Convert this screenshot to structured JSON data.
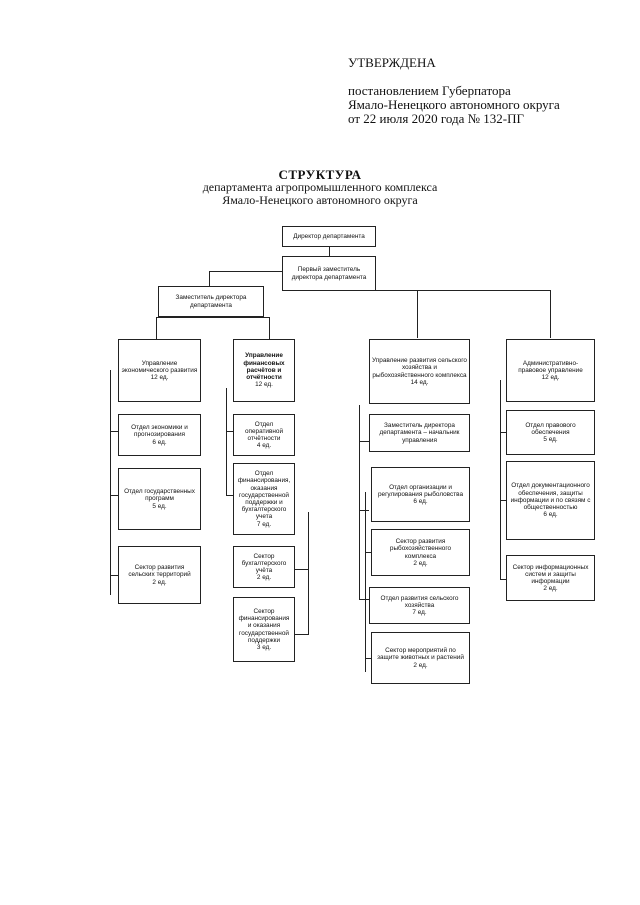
{
  "approval": {
    "line1": "УТВЕРЖДЕНА",
    "line2": "постановлением Губерпатора",
    "line3": "Ямало-Ненецкого автономного округа",
    "line4": "от 22 июля 2020 года № 132-ПГ"
  },
  "heading": {
    "title": "СТРУКТУРА",
    "line2": "департамента агропромышленного комплекса",
    "line3": "Ямало-Ненецкого автономного округа"
  },
  "org": {
    "director": "Директор департамента",
    "first_deputy": "Первый заместитель директора департамента",
    "deputy": "Заместитель директора департамента",
    "col1": {
      "head": "Управление экономического развития",
      "head_count": "12 ед.",
      "dept1": "Отдел экономики и прогнозирования",
      "dept1_count": "6 ед.",
      "dept2": "Отдел государственных программ",
      "dept2_count": "5 ед.",
      "sector": "Сектор развития сельских территорий",
      "sector_count": "2 ед."
    },
    "col2": {
      "head": "Управление финансовых расчётов и отчётности",
      "head_count": "12 ед.",
      "dept1": "Отдел оперативной отчётности",
      "dept1_count": "4 ед.",
      "dept2": "Отдел финансирования, оказания государственной поддержки и бухгалтерского учета",
      "dept2_count": "7 ед.",
      "sector1": "Сектор бухгалтерского учёта",
      "sector1_count": "2 ед.",
      "sector2": "Сектор финансирования и оказания государственной поддержки",
      "sector2_count": "3 ед."
    },
    "col3": {
      "head": "Управление развития сельского хозяйства и рыбохозяйственного комплекса",
      "head_count": "14 ед.",
      "deputy": "Заместитель директора департамента – начальник управления",
      "dept1": "Отдел организации и регулирования рыболовства",
      "dept1_count": "6 ед.",
      "sector1": "Сектор развития рыбохозяйственного комплекса",
      "sector1_count": "2 ед.",
      "dept2": "Отдел развития сельского хозяйства",
      "dept2_count": "7 ед.",
      "sector2": "Сектор мероприятий по защите животных и растений",
      "sector2_count": "2 ед."
    },
    "col4": {
      "head": "Административно-правовое управление",
      "head_count": "12 ед.",
      "dept1": "Отдел правового обеспечения",
      "dept1_count": "5 ед.",
      "dept2": "Отдел документационного обеспечения, защиты информации и по связям с общественностью",
      "dept2_count": "6 ед.",
      "sector": "Сектор информационных систем и защиты информации",
      "sector_count": "2 ед."
    }
  }
}
